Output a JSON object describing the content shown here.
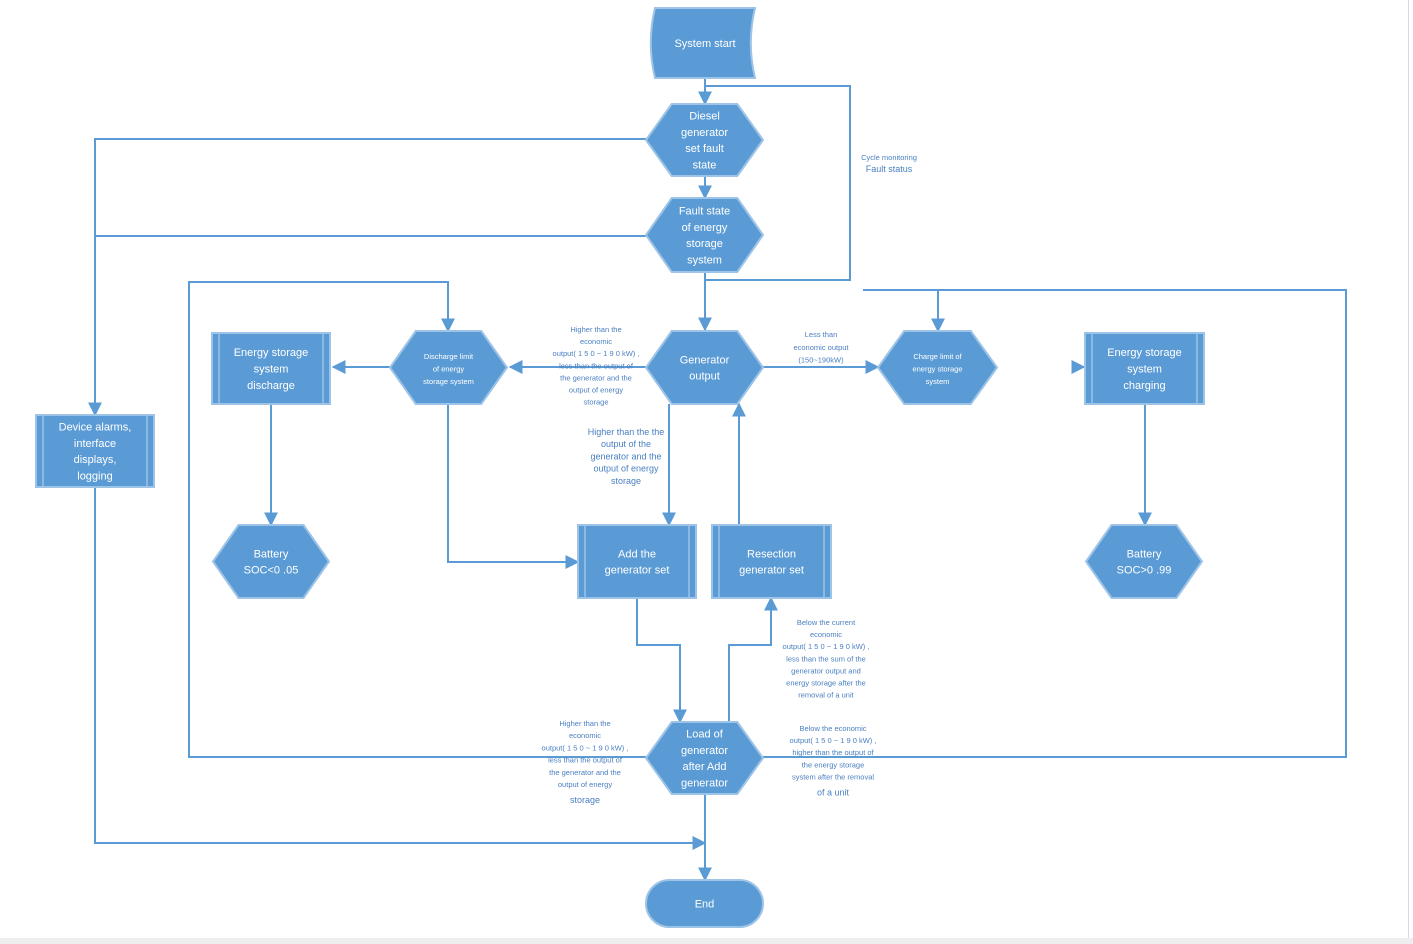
{
  "nodes": {
    "system_start": [
      "System    start"
    ],
    "diesel_fault": [
      "Diesel",
      "generator",
      "set  fault",
      "state"
    ],
    "ess_fault": [
      "Fault   state",
      "of  energy",
      "storage",
      "system"
    ],
    "generator_output": [
      "Generator",
      "output"
    ],
    "discharge_limit": [
      "Discharge        limit",
      "of        energy",
      "storage       system"
    ],
    "charge_limit": [
      "Charge    limit    of",
      "energy        storage",
      "system"
    ],
    "ess_discharge": [
      "Energy    storage",
      "system",
      "discharge"
    ],
    "ess_charging": [
      "Energy    storage",
      "system",
      "charging"
    ],
    "device_alarms": [
      "Device  alarms,",
      "interface",
      "displays,",
      "logging"
    ],
    "battery_low": [
      "Battery",
      "SOC<0 .05"
    ],
    "battery_high": [
      "Battery",
      "SOC>0 .99"
    ],
    "add_generator": [
      "Add  the",
      "generator    set"
    ],
    "resection_generator": [
      "Resection",
      "generator    set"
    ],
    "load_after_add": [
      "Load  of",
      "generator",
      "after   Add",
      "generator"
    ],
    "end": [
      "End"
    ]
  },
  "notes": {
    "cycle_monitoring": [
      "Cycle          monitoring",
      "Fault   status"
    ],
    "higher_than_economic_left": [
      "Higher     than     the",
      "economic",
      "output( 1 5 0 ~ 1 9 0 kW) ,",
      "less    than    the    output    of",
      "the      generator      and      the",
      "output      of      energy",
      "storage"
    ],
    "less_than_economic": [
      "Less      than",
      "economic          output",
      "(150~190kW)"
    ],
    "higher_than_generator_ess": [
      "Higher than the the",
      "output of the",
      "generator and the",
      "output of energy",
      "storage"
    ],
    "below_current_economic": [
      "Below      the      current",
      "economic",
      "output( 1 5 0 ~ 1 9 0 kW) ,",
      "less   than   the   sum   of   the",
      "generator      output      and",
      "energy    storage    after    the",
      "removal    of    a    unit"
    ],
    "higher_than_economic_bottom": [
      "Higher      than      the",
      "economic",
      "output( 1 5 0 ~ 1 9 0 kW) ,",
      "less    than    the    output    of",
      "the      generator      and      the",
      "output      of      energy",
      "storage"
    ],
    "below_economic_bottom": [
      "Below        the        economic",
      "output( 1 5 0 ~ 1 9 0 kW) ,",
      "higher     than     the     output     of",
      "the        energy        storage",
      "system    after    the        removal",
      "of a unit"
    ]
  },
  "colors": {
    "node_fill": "#5b9bd5",
    "node_stroke": "#9dc3e6",
    "line": "#5b9bd5",
    "note_text": "#4a7fc1"
  }
}
